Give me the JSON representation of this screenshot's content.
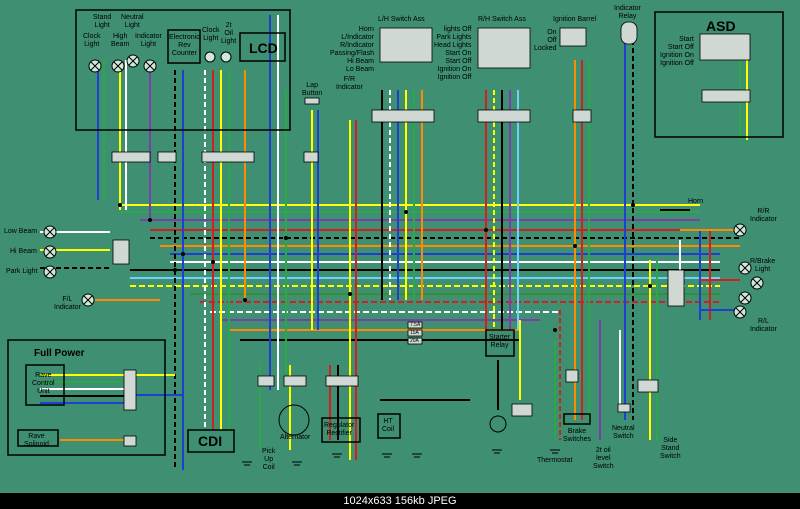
{
  "top_left": {
    "stand_light": "Stand\nLight",
    "neutral_light": "Neutral\nLight",
    "clock_light": "Clock\nLight",
    "high_beam": "High\nBeam",
    "indicator_light": "Indicator\nLight",
    "electronic_rev_counter": "Electronic\nRev\nCounter",
    "clock_light_2": "Clock\nLight",
    "oil_light": "2t\nOil\nLight",
    "lcd": "LCD"
  },
  "switches": {
    "lh_title": "L/H Switch Ass",
    "lh_rows": "Horn\nL/Indicator\nR/Indicator\nPassing/Flash\nHi Beam\nLo Beam",
    "rh_title": "R/H Switch Ass",
    "rh_rows": "lights Off\nPark Lights\nHead Lights\nStart On\nStart Off\nIgnition On\nIgnition Off",
    "ignition_title": "Ignition Barrel",
    "ignition_rows": "On\nOff\nLocked",
    "indicator_relay": "Indicator\nRelay",
    "asd_title": "ASD",
    "asd_rows": "Start\nStart Off\nIgnition On\nIgnition Off"
  },
  "components": {
    "lap_button": "Lap\nButton",
    "fr_indicator": "F/R\nIndicator",
    "horn": "Horn",
    "rr_indicator": "R/R\nIndicator",
    "r_brake_light": "R/Brake\nLight",
    "rl_indicator": "R/L\nIndicator",
    "low_beam": "Low Beam",
    "hi_beam": "Hi Beam",
    "park_light": "Park Light",
    "fl_indicator": "F/L\nIndicator",
    "full_power": "Full Power",
    "rave_control_unit": "Rave\nControl\nUnit",
    "rave_solenoid": "Rave\nSolinoid",
    "cdi": "CDI",
    "pick_up_coil": "Pick\nUp\nCoil",
    "alternator": "Alternator",
    "regulator_rectifier": "Regulator\nRectifier",
    "ht_coil": "HT\nCoil",
    "starter_relay": "Starter\nRelay",
    "thermostat": "Thermostat",
    "brake_switches": "Brake\nSwitches",
    "oil_level_switch": "2t oil\nlevel\nSwitch",
    "neutral_switch": "Neutral\nSwitch",
    "side_stand_switch": "Side\nStand\nSwitch",
    "fuse_1": "7.5A",
    "fuse_2": "15A",
    "fuse_3": "20A"
  },
  "footer": "1024x633  156kb  JPEG",
  "colors": {
    "background": "#3f8f73",
    "footer_bg": "#000000"
  }
}
